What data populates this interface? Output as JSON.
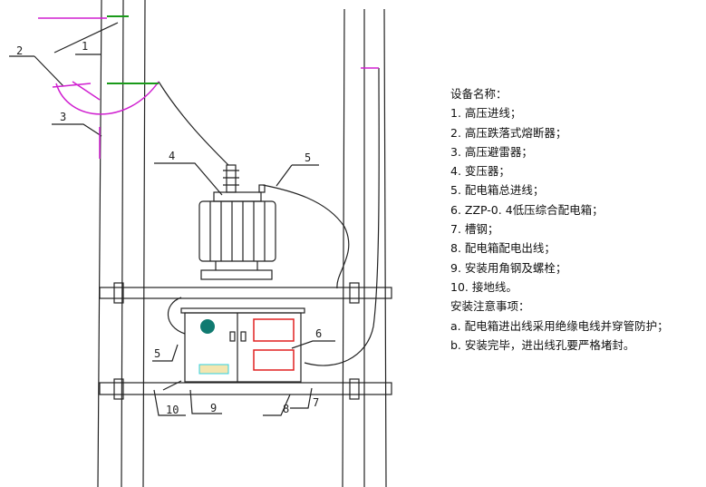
{
  "diagram": {
    "labels": {
      "l1": "1",
      "l2": "2",
      "l3": "3",
      "l4": "4",
      "l5": "5",
      "l5b": "5",
      "l6": "6",
      "l7": "7",
      "l8": "8",
      "l9": "9",
      "l10": "10"
    },
    "colors": {
      "line": "#222222",
      "magenta": "#d020d0",
      "green": "#1a9a1a",
      "red": "#e02020",
      "teal": "#107a70"
    }
  },
  "legend": {
    "title": "设备名称：",
    "items": [
      "1. 高压进线；",
      "2. 高压跌落式熔断器；",
      "3. 高压避雷器；",
      "4. 变压器；",
      "5. 配电箱总进线；",
      "6. ZZP-0. 4低压综合配电箱；",
      "7. 槽钢；",
      "8. 配电箱配电出线；",
      "9. 安装用角钢及螺栓；",
      "10. 接地线。"
    ],
    "notes_title": "安装注意事项：",
    "notes": [
      "a. 配电箱进出线采用绝缘电线并穿管防护；",
      "b. 安装完毕，进出线孔要严格堵封。"
    ]
  }
}
